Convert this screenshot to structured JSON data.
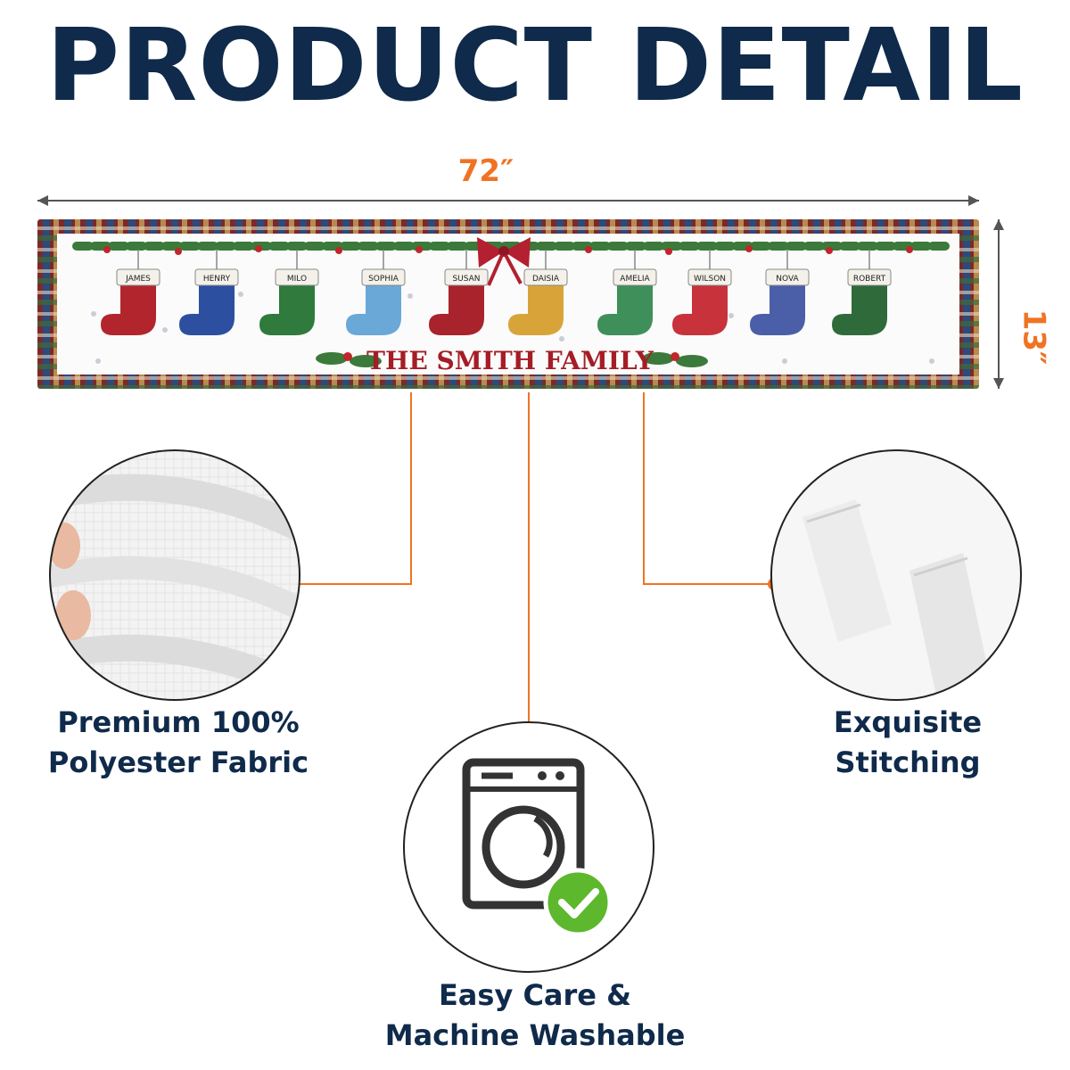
{
  "title": "PRODUCT DETAIL",
  "dimensions": {
    "width": "72″",
    "height": "13″"
  },
  "runner": {
    "family_name": "THE SMITH FAMILY",
    "stockings": [
      "JAMES",
      "HENRY",
      "MILO",
      "SOPHIA",
      "SUSAN",
      "DAISIA",
      "AMELIA",
      "WILSON",
      "NOVA",
      "ROBERT"
    ]
  },
  "features": [
    {
      "line1": "Premium 100%",
      "line2": "Polyester Fabric"
    },
    {
      "line1": "Exquisite",
      "line2": "Stitching"
    },
    {
      "line1": "Easy Care &",
      "line2": "Machine Washable"
    }
  ],
  "colors": {
    "title": "#0f2a4a",
    "accent": "#f07323",
    "check": "#5db82e"
  }
}
